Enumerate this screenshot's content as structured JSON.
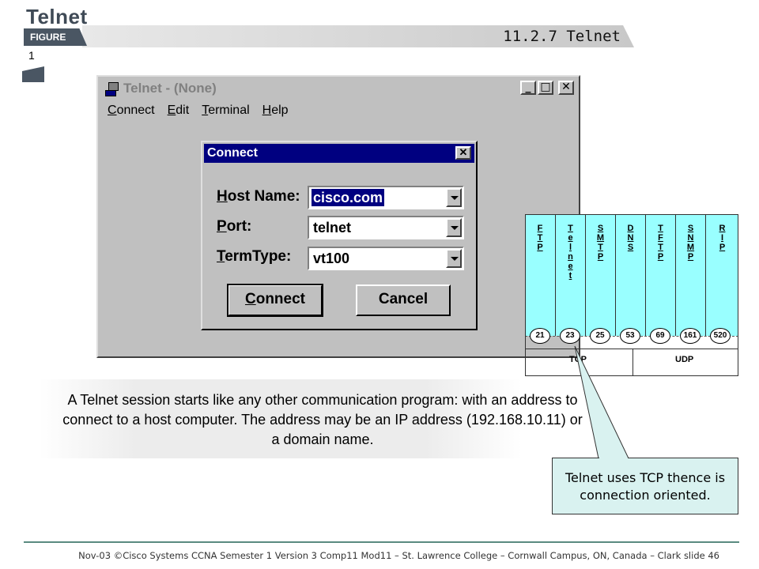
{
  "slide": {
    "brand": "Telnet",
    "figure_tab": "FIGURE",
    "figure_number": "1",
    "title": "11.2.7  Telnet"
  },
  "telnet_window": {
    "title": "Telnet - (None)",
    "menu": [
      {
        "label": "Connect",
        "accel": "C"
      },
      {
        "label": "Edit",
        "accel": "E"
      },
      {
        "label": "Terminal",
        "accel": "T"
      },
      {
        "label": "Help",
        "accel": "H"
      }
    ],
    "controls": {
      "minimize": "_",
      "maximize": "□",
      "close": "✕"
    }
  },
  "connect_dialog": {
    "title": "Connect",
    "close": "✕",
    "fields": {
      "host_label_accel": "H",
      "host_label_rest": "ost Name:",
      "host_value": "cisco.com",
      "port_label_accel": "P",
      "port_label_rest": "ort:",
      "port_value": "telnet",
      "termtype_label_accel": "T",
      "termtype_label_rest": "ermType:",
      "termtype_value": "vt100"
    },
    "buttons": {
      "connect_accel": "C",
      "connect_rest": "onnect",
      "cancel": "Cancel"
    }
  },
  "protocols": [
    {
      "label": "FTP",
      "port": "21"
    },
    {
      "label": "Telnet",
      "port": "23"
    },
    {
      "label": "SMTP",
      "port": "25"
    },
    {
      "label": "DNS",
      "port": "53"
    },
    {
      "label": "TFTP",
      "port": "69"
    },
    {
      "label": "SNMP",
      "port": "161"
    },
    {
      "label": "RIP",
      "port": "520"
    }
  ],
  "transport": {
    "tcp": "TCP",
    "udp": "UDP"
  },
  "caption": "A Telnet session starts like any other communication program: with an address to connect to a host computer. The address may be an IP address (192.168.10.11) or a domain name.",
  "callout": "Telnet uses TCP thence is connection oriented.",
  "footer": "Nov-03 ©Cisco Systems CCNA Semester 1 Version 3 Comp11 Mod11 – St. Lawrence College – Cornwall Campus, ON, Canada – Clark slide 46",
  "colors": {
    "protocol_fill": "#99ffff",
    "dialog_title": "#000080",
    "callout_fill": "#d9f2f0"
  }
}
